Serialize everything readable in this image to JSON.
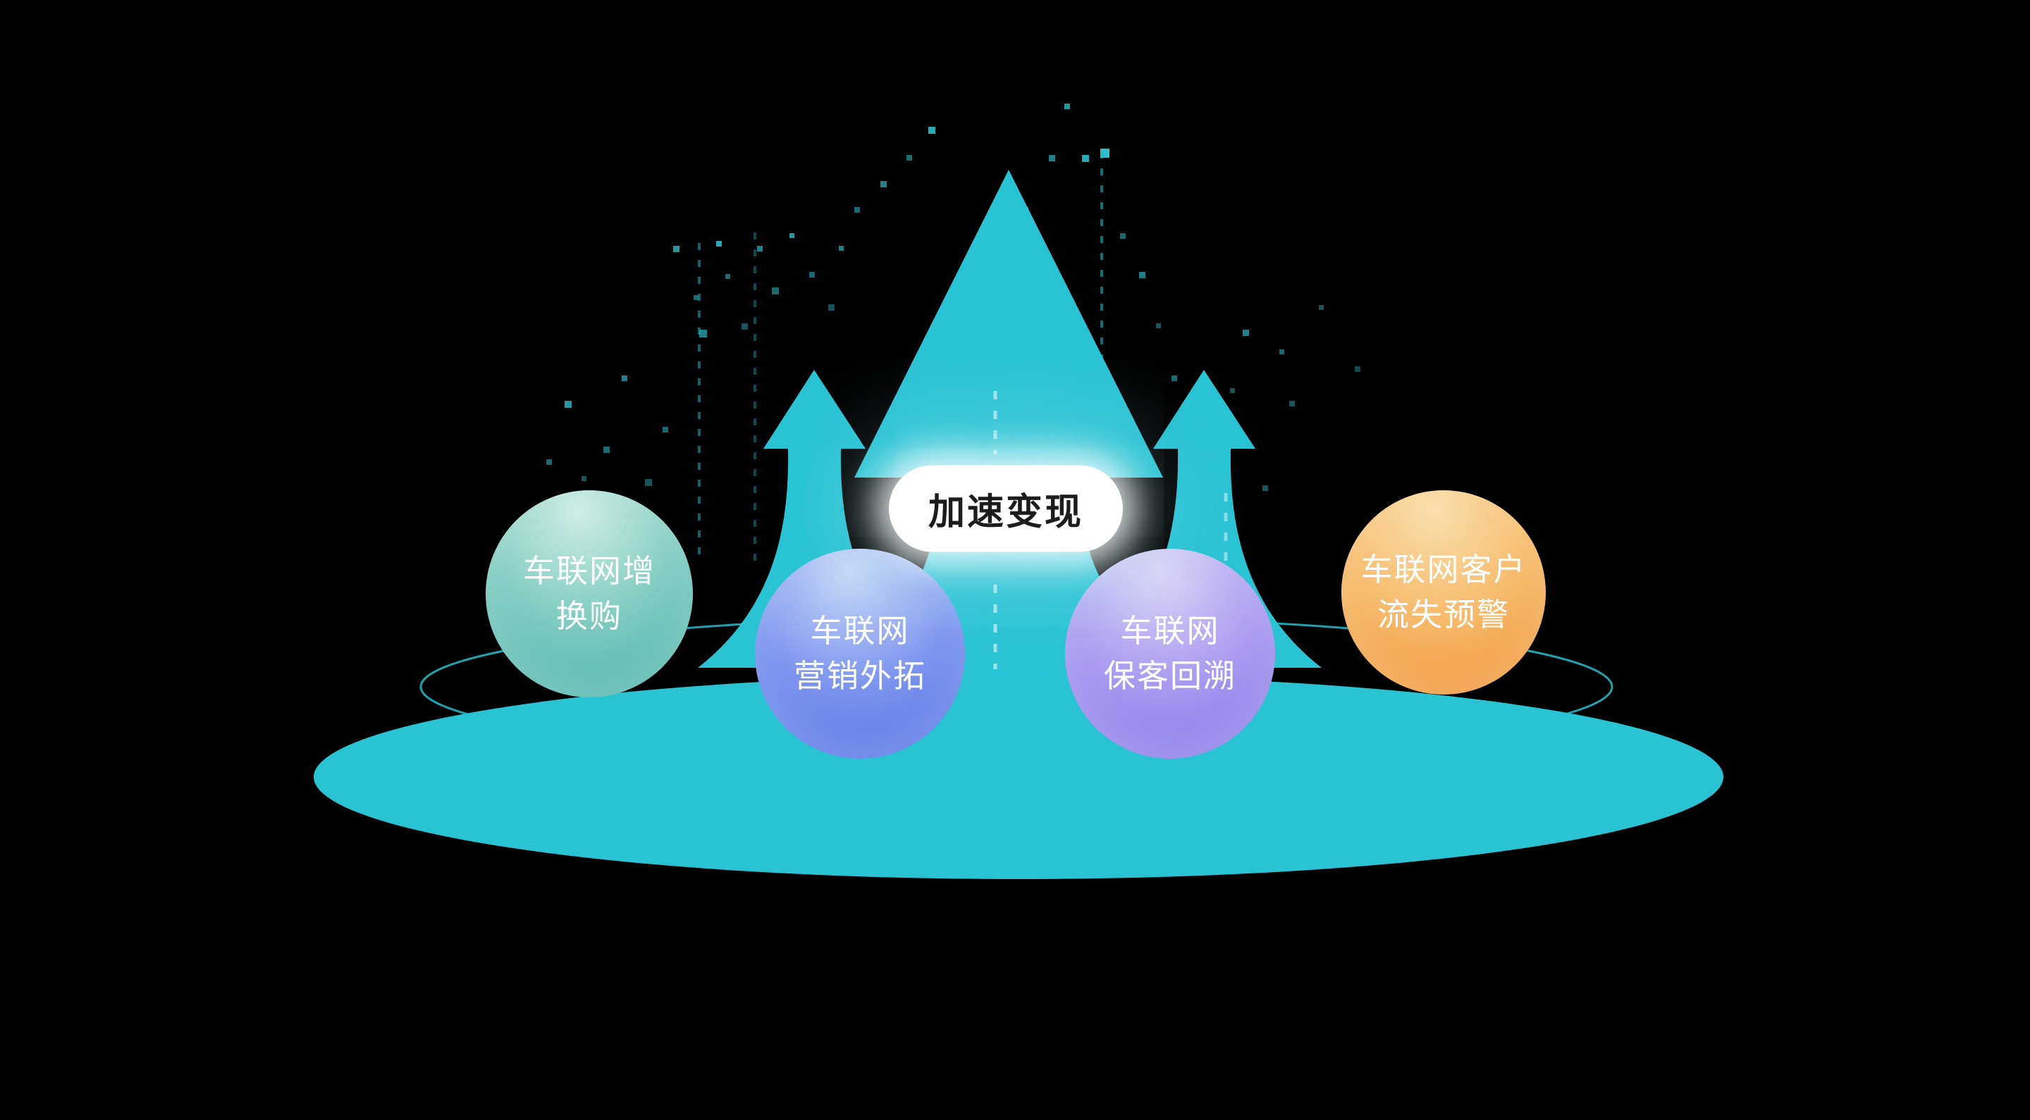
{
  "diagram": {
    "center_label": "加速变现",
    "bubbles": [
      {
        "id": "telematics-trade-in",
        "line1": "车联网增",
        "line2": "换购",
        "color_top": "#cdeee5",
        "color_mid": "#7ecabf",
        "color_bottom": "#45b0a5"
      },
      {
        "id": "telematics-marketing",
        "line1": "车联网",
        "line2": "营销外拓",
        "color_top": "#ccd8f8",
        "color_mid": "#7d96ee",
        "color_bottom": "#4a6be2"
      },
      {
        "id": "telematics-retention",
        "line1": "车联网",
        "line2": "保客回溯",
        "color_top": "#ddd6f8",
        "color_mid": "#a99af0",
        "color_bottom": "#8272e4"
      },
      {
        "id": "telematics-churn",
        "line1": "车联网客户",
        "line2": "流失预警",
        "color_top": "#fbdfae",
        "color_mid": "#f6b96a",
        "color_bottom": "#ef8f2a"
      }
    ],
    "colors": {
      "background": "#000000",
      "platform": "#2ac3d4",
      "arrow": "#2ac3d4",
      "ring": "#2cc9da",
      "particle": "#35d4e4",
      "label_bg": "#ffffff",
      "label_text": "#1c1c1c"
    }
  }
}
